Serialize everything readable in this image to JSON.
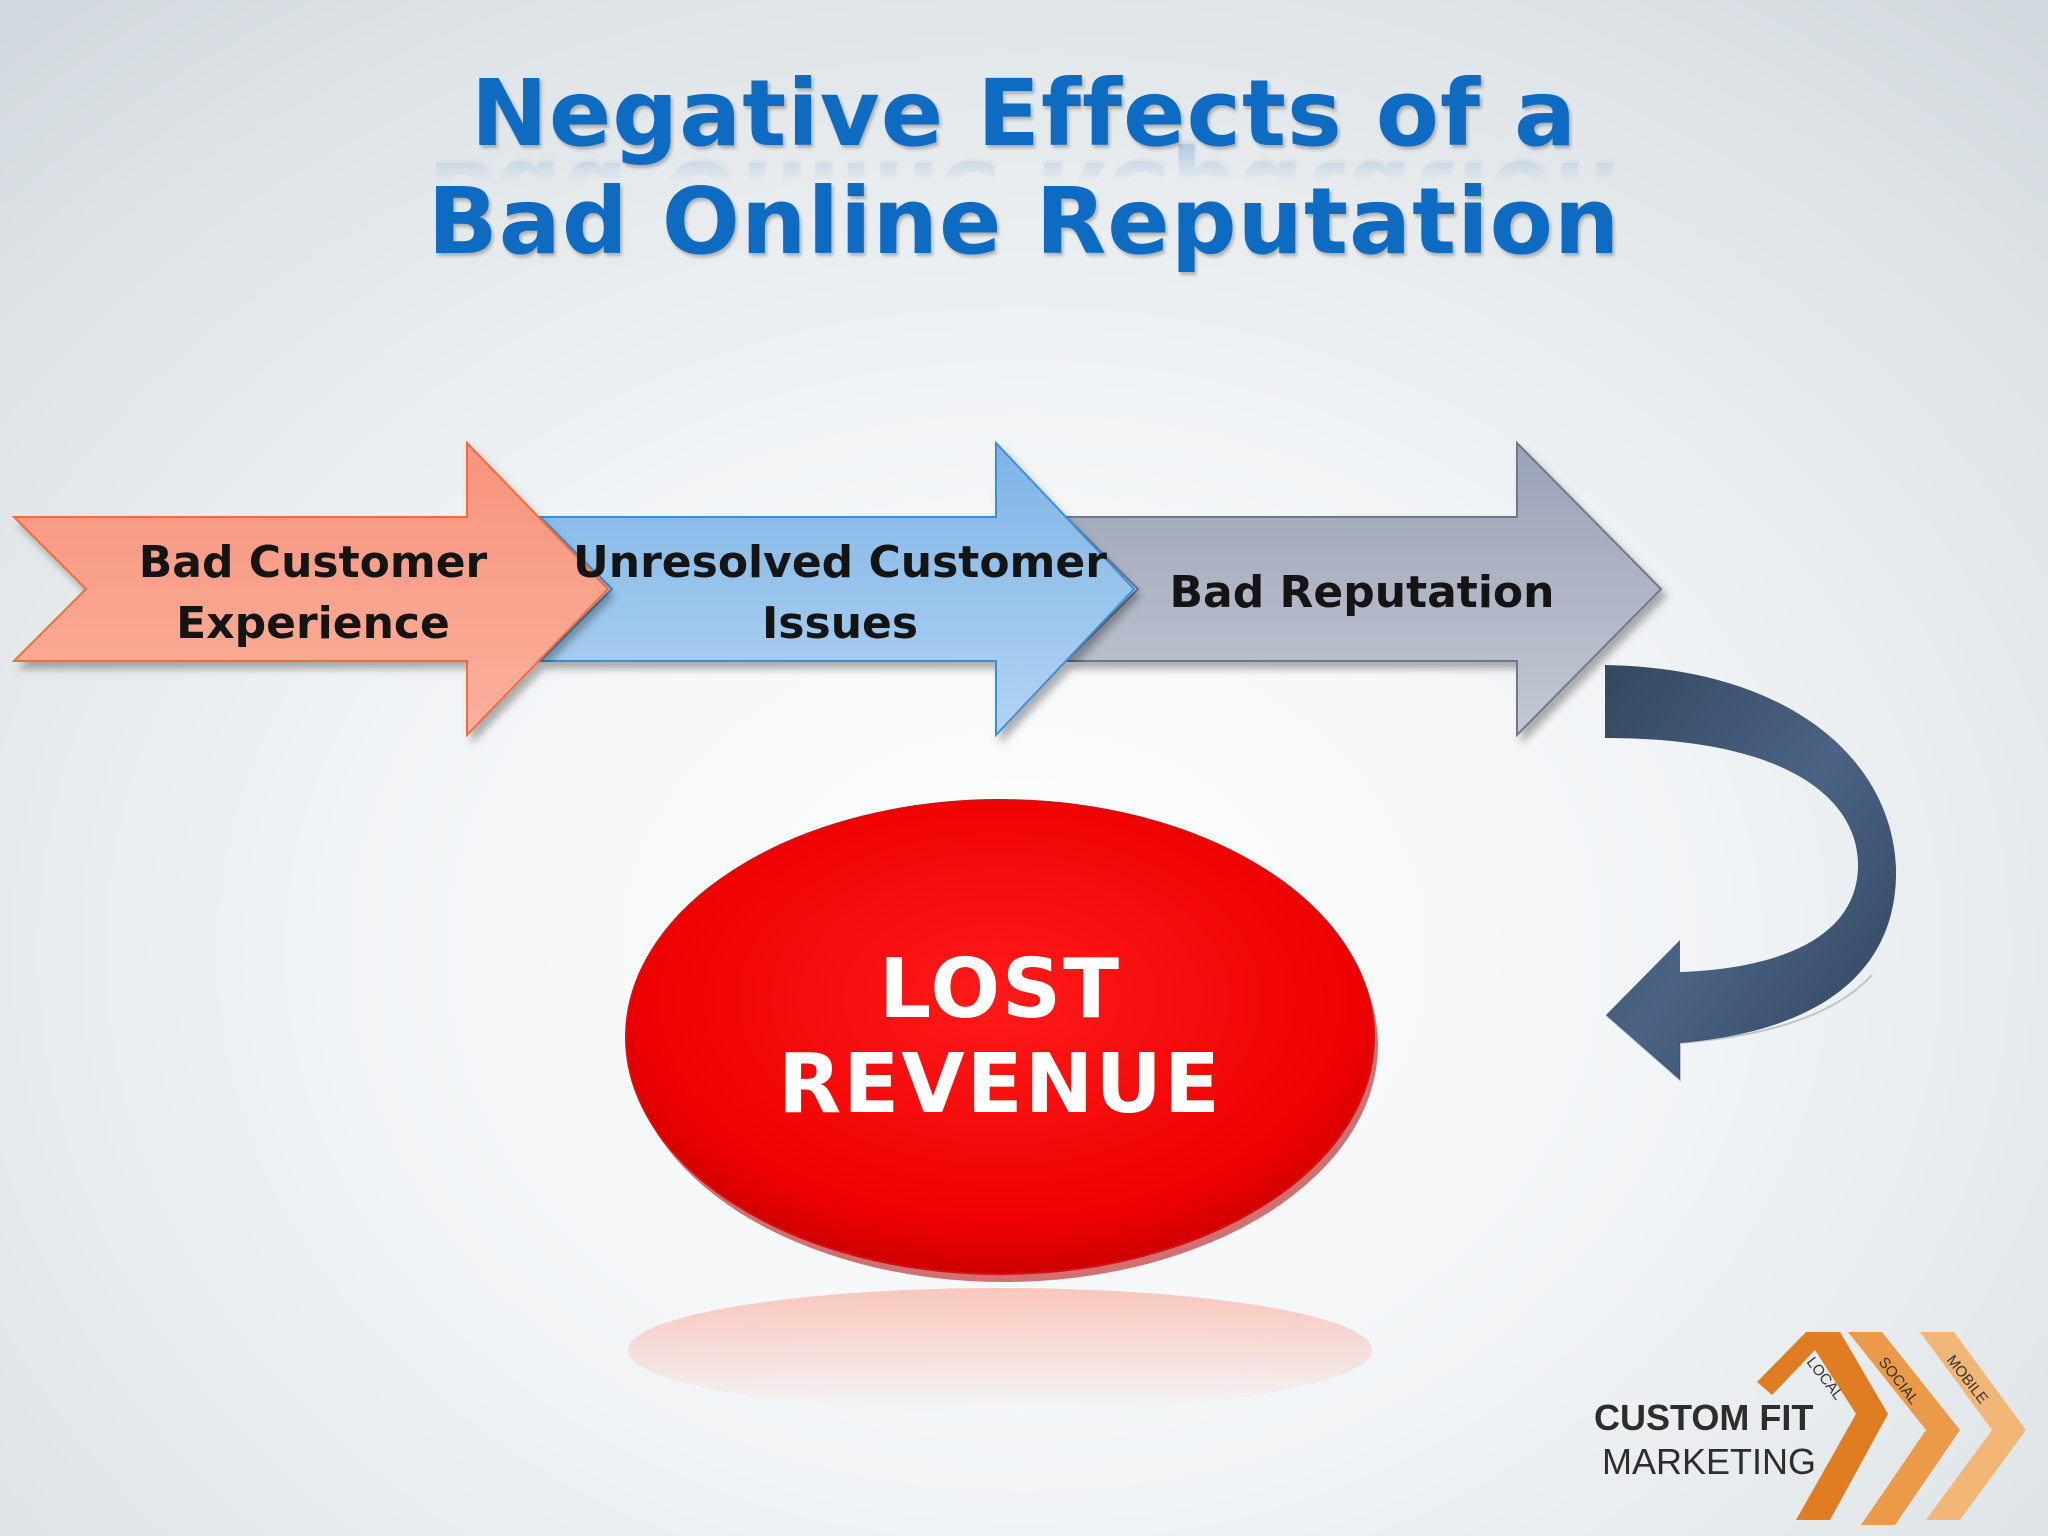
{
  "title": {
    "line1": "Negative Effects of a",
    "line2": "Bad Online Reputation"
  },
  "flow": [
    {
      "line1": "Bad Customer",
      "line2": "Experience",
      "color": "#f9846a"
    },
    {
      "line1": "Unresolved Customer",
      "line2": "Issues",
      "color": "#8ec0ea"
    },
    {
      "line1": "Bad Reputation",
      "line2": "",
      "color": "#a6adc0"
    }
  ],
  "result": {
    "line1": "LOST",
    "line2": "REVENUE",
    "color": "#ee0000"
  },
  "logo": {
    "line1": "CUSTOM FIT",
    "line2": "MARKETING",
    "tags": [
      "LOCAL",
      "SOCIAL",
      "MOBILE"
    ],
    "color": "#e58a2e"
  },
  "colors": {
    "title": "#0d6bc2",
    "curved_arrow": "#3f5674"
  }
}
